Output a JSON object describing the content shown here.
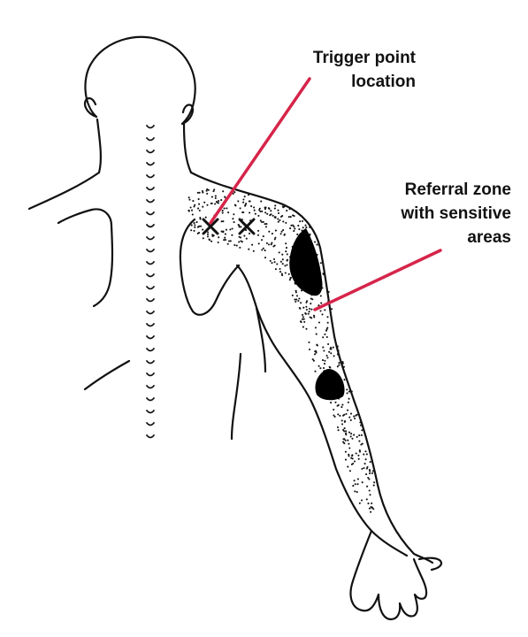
{
  "labels": {
    "trigger_point": [
      "Trigger point",
      "location"
    ],
    "referral_zone": [
      "Referral zone",
      "with sensitive",
      "areas"
    ]
  },
  "colors": {
    "outline": "#111111",
    "leader": "#d6254a",
    "stipple": "#111111",
    "sensitive_area": "#000000",
    "background": "#ffffff"
  },
  "icons": {
    "trigger_marker": "x-mark"
  }
}
